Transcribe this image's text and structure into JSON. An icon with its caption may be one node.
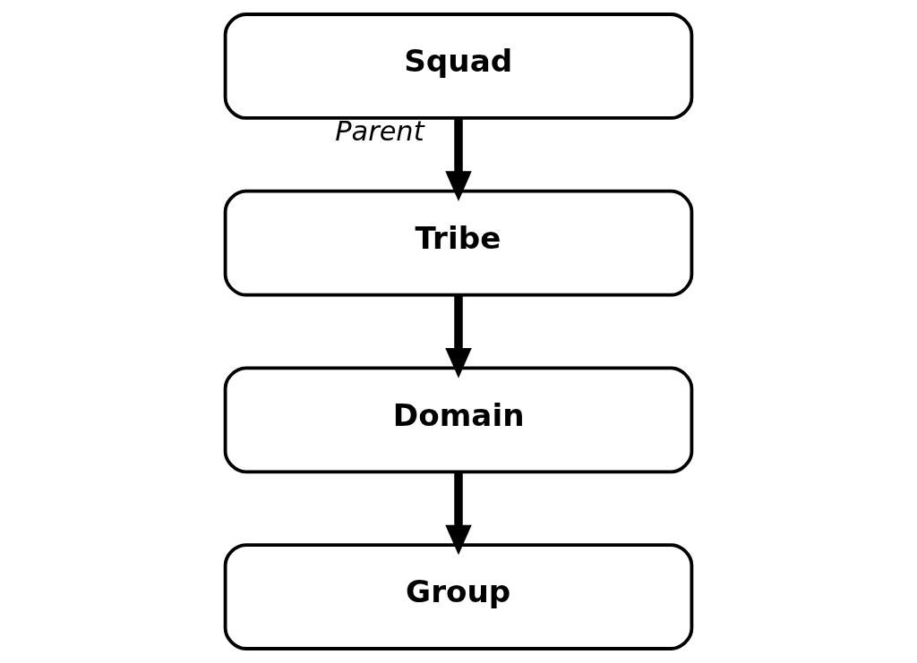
{
  "diagram": {
    "nodes": [
      {
        "text": [
          "Squad"
        ]
      },
      {
        "text": [
          "Tribe"
        ]
      },
      {
        "text": [
          "Domain"
        ]
      },
      {
        "text": [
          "Group"
        ]
      }
    ],
    "edges": [
      {
        "from": 0,
        "to": 1,
        "arrow": "to",
        "label": "Parent"
      },
      {
        "from": 1,
        "to": 2,
        "arrow": "to"
      },
      {
        "from": 2,
        "to": 3,
        "arrow": "to"
      }
    ]
  }
}
